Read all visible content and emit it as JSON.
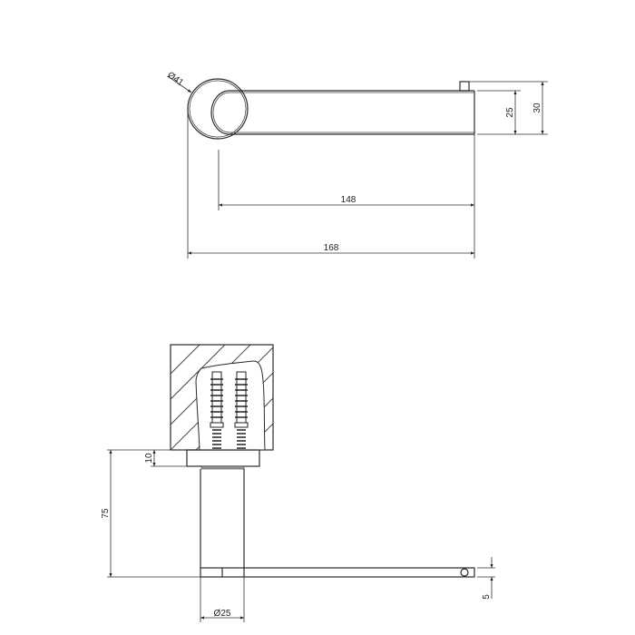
{
  "drawing": {
    "title": "Towel ring / toilet roll holder technical drawing",
    "top_view": {
      "rosette_diameter_label": "Ø41",
      "height_inner_label": "25",
      "height_outer_label": "30",
      "arm_length_label": "148",
      "overall_length_label": "168"
    },
    "side_view": {
      "flange_thickness_label": "10",
      "projection_label": "75",
      "post_diameter_label": "Ø25",
      "arm_thickness_label": "5"
    }
  }
}
